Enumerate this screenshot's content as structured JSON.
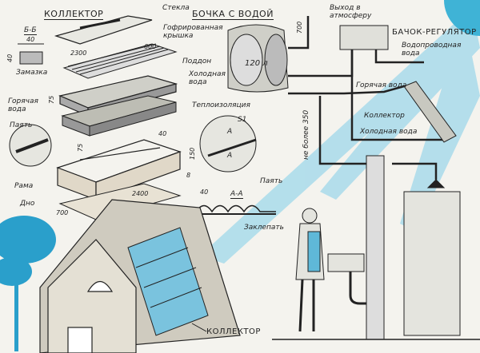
{
  "collector_section": {
    "title": "КОЛЛЕКТОР",
    "section_bb": "Б-Б",
    "dim_bb_width": "40",
    "dim_bb_height": "40",
    "putty": "Замазка",
    "glass": "Стекла",
    "corrugated_cover": "Гофрированная крышка",
    "dim_600": "600",
    "dim_2300": "2300",
    "tray": "Поддон",
    "cold_water": "Холодная вода",
    "hot_water": "Горячая вода",
    "dim_75_tray": "75",
    "insulation": "Теплоизоляция",
    "solder_left": "Паять",
    "dim_40_frame": "40",
    "dim_75_frame": "75",
    "dim_150": "150",
    "detail_s1": "S1",
    "detail_a1": "А",
    "detail_a2": "А",
    "frame": "Рама",
    "solder_right": "Паять",
    "dim_8": "8",
    "dim_2400": "2400",
    "bottom": "Дно",
    "dim_700": "700",
    "section_aa": "А-А",
    "dim_40_aa": "40",
    "rivet": "Заклепать"
  },
  "system_section": {
    "barrel_title": "БОЧКА С ВОДОЙ",
    "barrel_volume": "120 л",
    "dim_700": "700",
    "vent": "Выход в атмосферу",
    "regulator_title": "БАЧОК-РЕГУЛЯТОР",
    "mains_water": "Водопроводная вода",
    "hot_water": "Горячая вода",
    "collector": "Коллектор",
    "cold_water": "Холодная вода",
    "height_limit": "не более 350"
  },
  "house_section": {
    "collector": "КОЛЛЕКТОР"
  },
  "colors": {
    "ink": "#222222",
    "paper": "#f4f3ee",
    "sky_blue": "#3fb3d6",
    "tree_blue": "#2a9fcb"
  }
}
